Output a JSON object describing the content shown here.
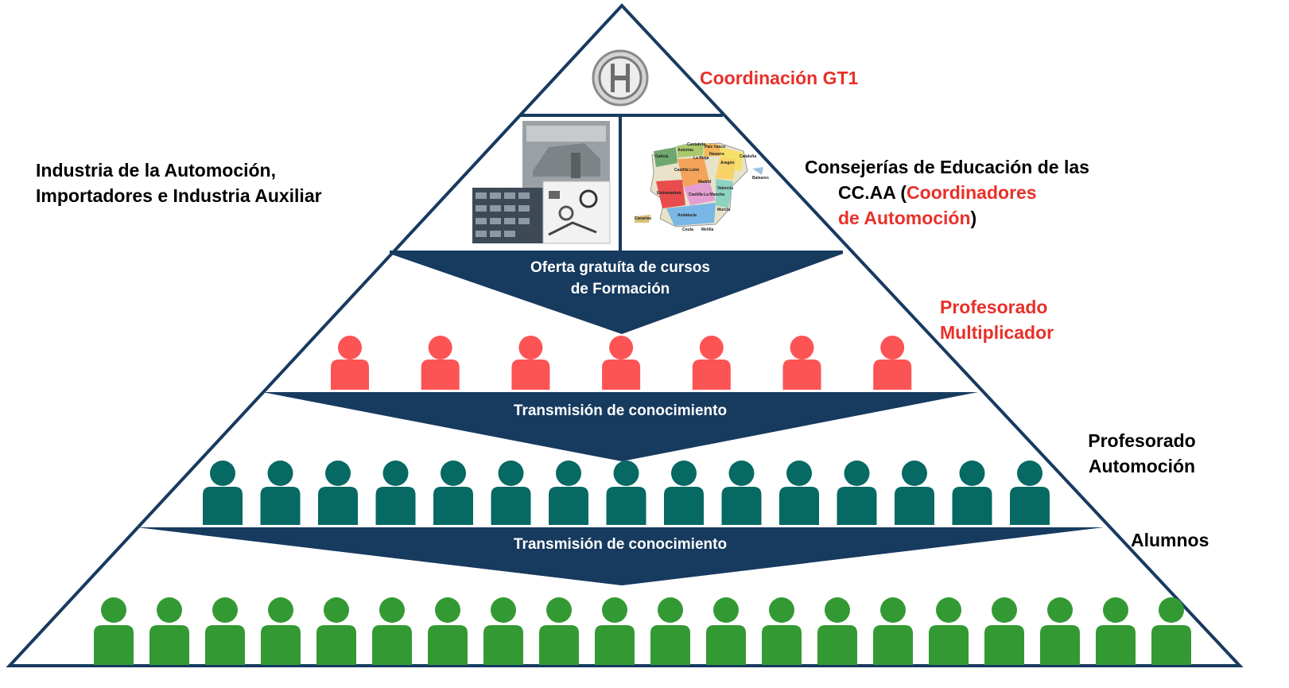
{
  "top": {
    "label": "Coordinación GT1",
    "logo_icon": "bosch-logo-icon"
  },
  "left_group": {
    "line1": "Industria de la Automoción,",
    "line2": "Importadores e Industria Auxiliar",
    "image_icon": "automotive-industry-photo"
  },
  "right_group": {
    "line1": "Consejerías de Educación de las",
    "line2_prefix": "CC.AA (",
    "line2_red": "Coordinadores",
    "line3_red": "de Automoción",
    "line3_suffix": ")",
    "image_icon": "spain-regions-map",
    "map_labels": [
      "Galicia",
      "Asturias",
      "Cantabria",
      "País Vasco",
      "Navarra",
      "La Rioja",
      "Aragón",
      "Cataluña",
      "Castilla León",
      "Madrid",
      "Castilla La Mancha",
      "Extremadura",
      "Valencia",
      "Baleares",
      "Murcia",
      "Andalucía",
      "Canarias",
      "Ceuta",
      "Melilla"
    ]
  },
  "arrows": [
    {
      "line1": "Oferta gratuíta de cursos",
      "line2": "de Formación"
    },
    {
      "line1": "Transmisión de conocimiento"
    },
    {
      "line1": "Transmisión de conocimiento"
    }
  ],
  "tiers": [
    {
      "line1": "Profesorado",
      "line2": "Multiplicador",
      "count": 7,
      "color": "#fc5454"
    },
    {
      "line1": "Profesorado",
      "line2": "Automoción",
      "count": 15,
      "color": "#066963"
    },
    {
      "line1": "Alumnos",
      "count": 20,
      "color": "#339a33"
    }
  ],
  "colors": {
    "outline": "#173a5f",
    "arrow_fill": "#173a5f",
    "accent_red": "#e8302a"
  }
}
